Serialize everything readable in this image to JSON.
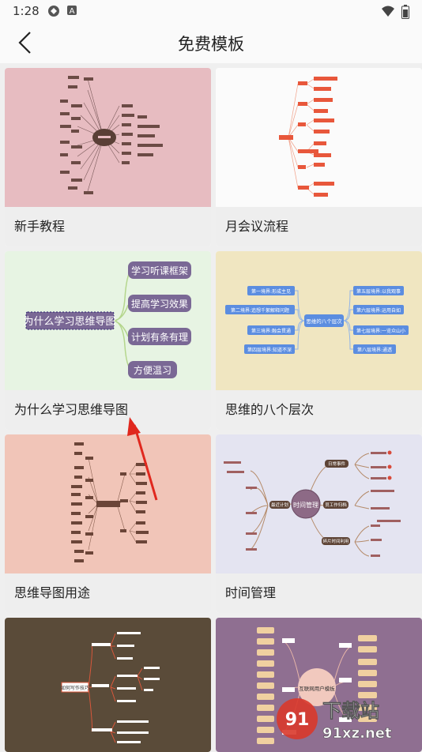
{
  "status": {
    "time": "1:28"
  },
  "header": {
    "title": "免费模板"
  },
  "templates": [
    {
      "label": "新手教程",
      "bg": "#e7bcc1"
    },
    {
      "label": "月会议流程",
      "bg": "#fbfbfb"
    },
    {
      "label": "为什么学习思维导图",
      "bg": "#e7f4e3",
      "center": "为什么学习思维导图",
      "branches": [
        "学习听课框架",
        "提高学习效果",
        "计划有条有理",
        "方便温习"
      ]
    },
    {
      "label": "思维的八个层次",
      "bg": "#f0e6c1",
      "center": "思维的八个层次",
      "left": [
        "第一境界:形成主见",
        "第二境界:追想千絮解释问题",
        "第三境界:融会贯通",
        "第四层境界:知道不深"
      ],
      "right": [
        "第五层境界:以我观事",
        "第六层境界:运用自如",
        "第七层境界:一览众山小",
        "第八层境界:通透"
      ]
    },
    {
      "label": "思维导图用途",
      "bg": "#f1c5b8"
    },
    {
      "label": "时间管理",
      "bg": "#e4e4f1",
      "center": "时间管理",
      "branches": [
        "日常事件",
        "最近计划",
        "员工作归档",
        "碎片时间利用"
      ]
    },
    {
      "label": "",
      "bg": "#5a4b39",
      "center": "如何写作技巧"
    },
    {
      "label": "",
      "bg": "#8f6f91",
      "center": "互联网用户模板"
    }
  ],
  "watermark": {
    "text": "下载站",
    "url": "91xz.net",
    "badge": "91"
  }
}
